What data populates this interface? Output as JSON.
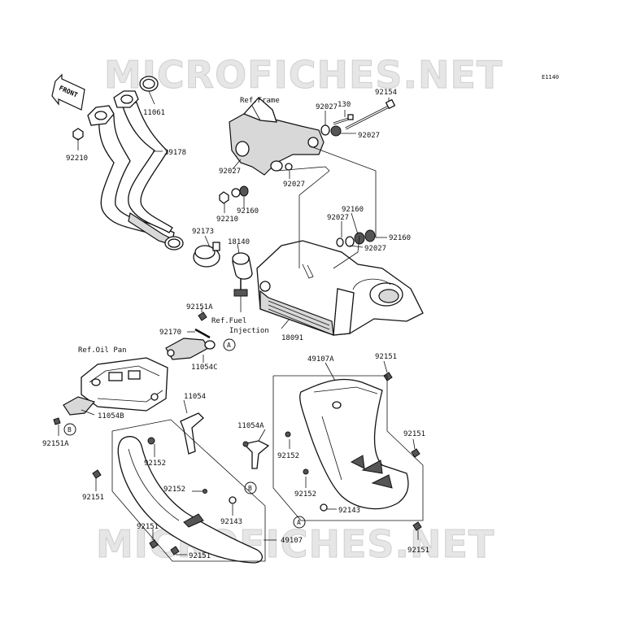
{
  "watermark": {
    "top": "MICROFICHES.NET",
    "bottom": "MICROFICHES.NET"
  },
  "diagram_code": "E1140",
  "front_label": "FRONT",
  "labels": {
    "p11061": "11061",
    "p92210a": "92210",
    "p39178": "39178",
    "p92154": "92154",
    "p130": "130",
    "p92027a": "92027",
    "p92027b": "92027",
    "refFrame": "Ref.Frame",
    "p92027c": "92027",
    "p92027d": "92027",
    "p92210b": "92210",
    "p92160a": "92160",
    "p92173": "92173",
    "p18140": "18140",
    "p92027e": "92027",
    "p92160b": "92160",
    "p92160c": "92160",
    "p92027f": "92027",
    "p92151A_a": "92151A",
    "refFuel1": "Ref.Fuel",
    "refFuel2": "Injection",
    "p18091": "18091",
    "p92170": "92170",
    "refOilPan": "Ref.Oil Pan",
    "p11054C": "11054C",
    "p49107A": "49107A",
    "p92151a": "92151",
    "p11054": "11054",
    "p11054A": "11054A",
    "p11054B": "11054B",
    "p92151A_b": "92151A",
    "p92152a": "92152",
    "p92152b": "92152",
    "p92151b": "92151",
    "p92151c": "92151",
    "p92152c": "92152",
    "p92152d": "92152",
    "p92143a": "92143",
    "p92143b": "92143",
    "p92151d": "92151",
    "p49107": "49107",
    "p92151e": "92151",
    "p92151f": "92151",
    "refA1": "A",
    "refA2": "A",
    "refB1": "B",
    "refB2": "B"
  }
}
